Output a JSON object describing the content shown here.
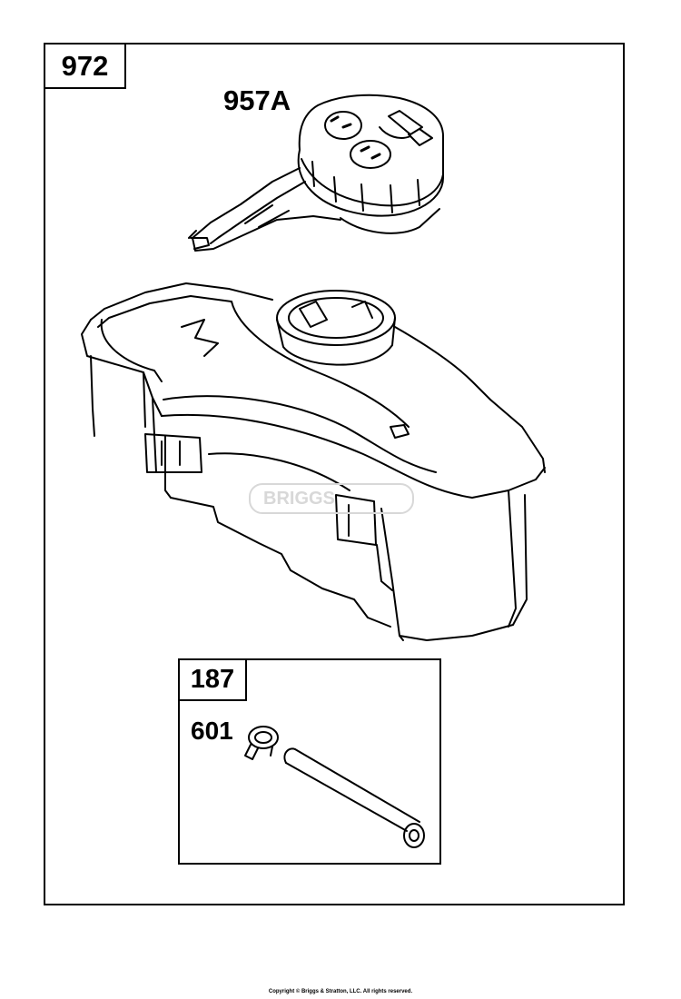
{
  "main_assembly": {
    "number": "972"
  },
  "callouts": {
    "cap": "957A",
    "clamp": "601"
  },
  "sub_kit": {
    "number": "187"
  },
  "watermark": {
    "text": "BRIGGS"
  },
  "footer": {
    "copyright": "Copyright © Briggs & Stratton, LLC. All rights reserved."
  },
  "icons": [
    "fuel-cap-icon",
    "fuel-tank-icon",
    "hose-clamp-icon",
    "fuel-hose-icon"
  ],
  "colors": {
    "line": "#000000",
    "background": "#ffffff",
    "watermark": "#d8d8d8"
  }
}
